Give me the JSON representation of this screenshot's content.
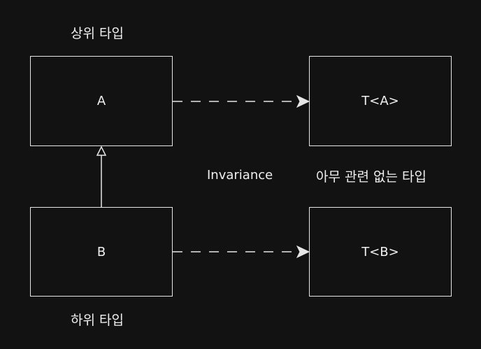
{
  "labels": {
    "supertype": "상위 타입",
    "subtype": "하위 타입",
    "invariance": "Invariance",
    "unrelated": "아무 관련 없는 타입"
  },
  "boxes": {
    "a": "A",
    "b": "B",
    "t_a": "T<A>",
    "t_b": "T<B>"
  },
  "colors": {
    "background": "#121212",
    "stroke": "#e6e6e6",
    "text": "#f0f0f0"
  }
}
